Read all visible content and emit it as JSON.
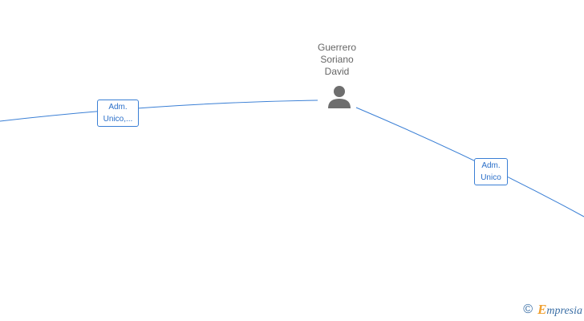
{
  "person": {
    "name_lines": [
      "Guerrero",
      "Soriano",
      "David"
    ],
    "icon": "person-silhouette-icon"
  },
  "relations": [
    {
      "lines": [
        "Adm.",
        "Unico,..."
      ]
    },
    {
      "lines": [
        "Adm.",
        "Unico"
      ]
    }
  ],
  "watermark": {
    "symbol": "©",
    "brand_initial": "E",
    "brand_rest": "mpresia"
  },
  "colors": {
    "edge": "#3a7fd5",
    "label_text": "#2a6fc9",
    "person_icon": "#6e6e6e",
    "name_text": "#666666"
  }
}
